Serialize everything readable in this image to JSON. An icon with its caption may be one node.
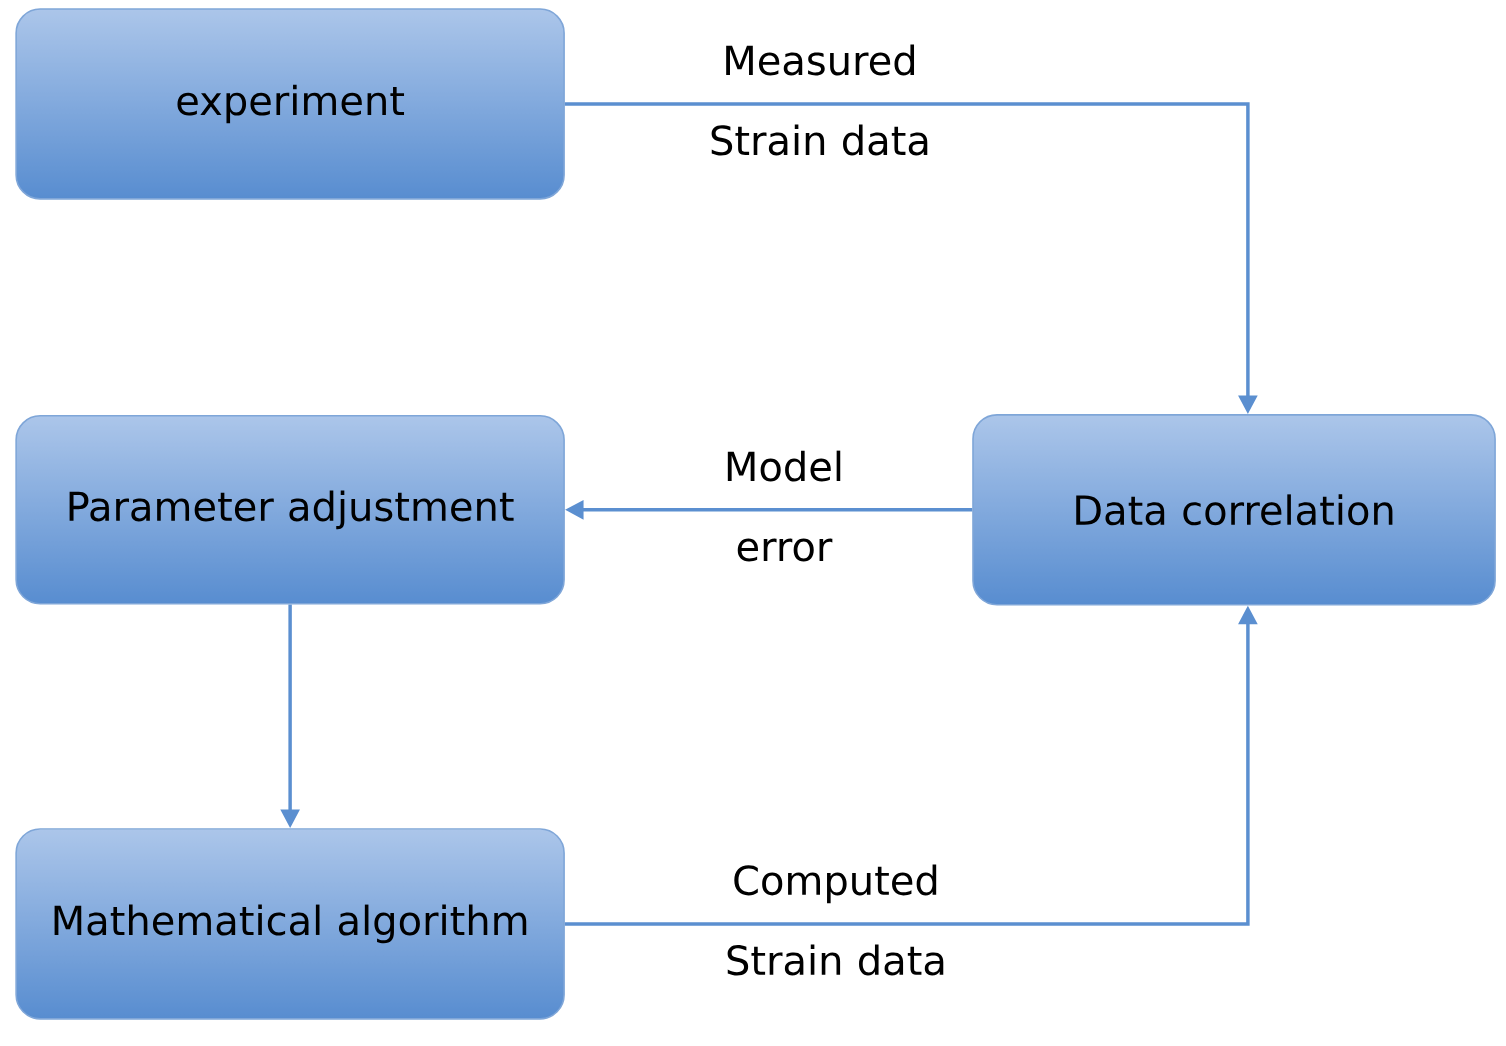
{
  "diagram": {
    "nodes": [
      {
        "text": [
          "experiment"
        ]
      },
      {
        "text": [
          "Parameter adjustment"
        ]
      },
      {
        "text": [
          "Data correlation"
        ]
      },
      {
        "text": [
          "Mathematical algorithm"
        ]
      }
    ],
    "edges": [
      {
        "from": 0,
        "to": 2,
        "arrow": "to",
        "label": "Measured Strain data"
      },
      {
        "from": 2,
        "to": 1,
        "arrow": "to",
        "label": "Model error"
      },
      {
        "from": 1,
        "to": 3,
        "arrow": "to"
      },
      {
        "from": 3,
        "to": 2,
        "arrow": "to",
        "label": "Computed Strain data"
      }
    ]
  }
}
